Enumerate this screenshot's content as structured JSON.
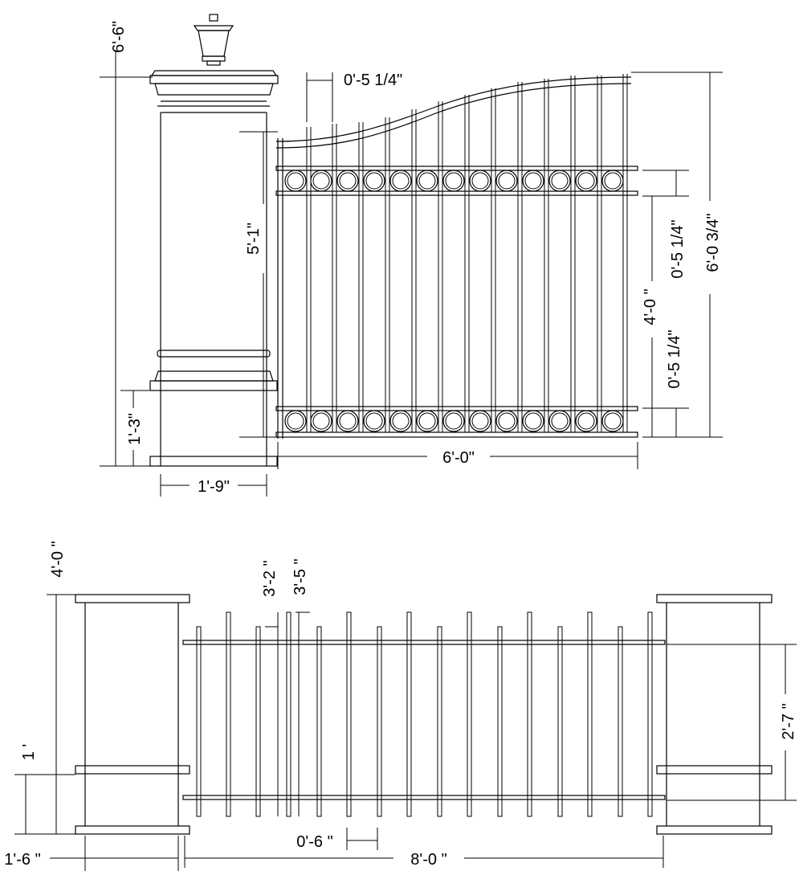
{
  "elevation": {
    "column_height": "6'-6\"",
    "picket_spacing": "0'-5 1/4\"",
    "column_inner_height": "5'-1\"",
    "column_base_height": "1'-3\"",
    "column_width": "1'-9\"",
    "gate_width": "6'-0\"",
    "gate_total_height": "6'-0 3/4\"",
    "gate_mid_height": "4'-0 \"",
    "ring_band_top": "0'-5 1/4\"",
    "ring_band_bottom": "0'-5 1/4\""
  },
  "plan": {
    "column_height": "4'-0 \"",
    "short_picket": "3'-2 \"",
    "tall_picket": "3'-5 \"",
    "base_height": "1 '",
    "column_width": "1'-6 \"",
    "picket_spacing": "0'-6 \"",
    "panel_width": "8'-0 \"",
    "rail_spacing": "2'-7 \""
  },
  "icons": {
    "lamp": "lantern-icon"
  }
}
